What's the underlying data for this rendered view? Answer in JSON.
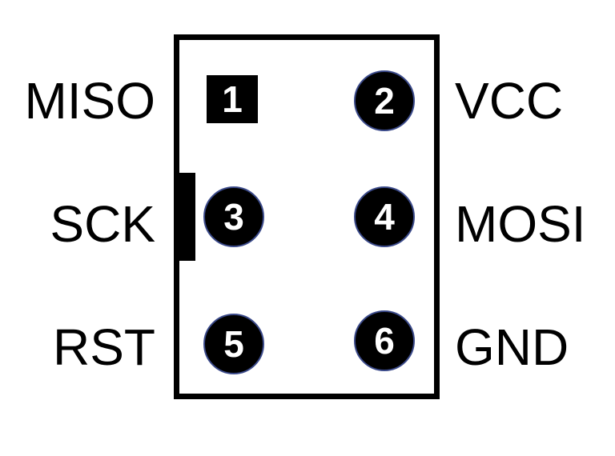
{
  "connector": {
    "pins": [
      {
        "number": "1",
        "label": "MISO",
        "shape": "square"
      },
      {
        "number": "2",
        "label": "VCC",
        "shape": "round"
      },
      {
        "number": "3",
        "label": "SCK",
        "shape": "round"
      },
      {
        "number": "4",
        "label": "MOSI",
        "shape": "round"
      },
      {
        "number": "5",
        "label": "RST",
        "shape": "round"
      },
      {
        "number": "6",
        "label": "GND",
        "shape": "round"
      }
    ]
  },
  "colors": {
    "pin_fill": "#000000",
    "pin_text": "#ffffff",
    "pin_outline": "#3b4a8a",
    "outline": "#000000"
  }
}
